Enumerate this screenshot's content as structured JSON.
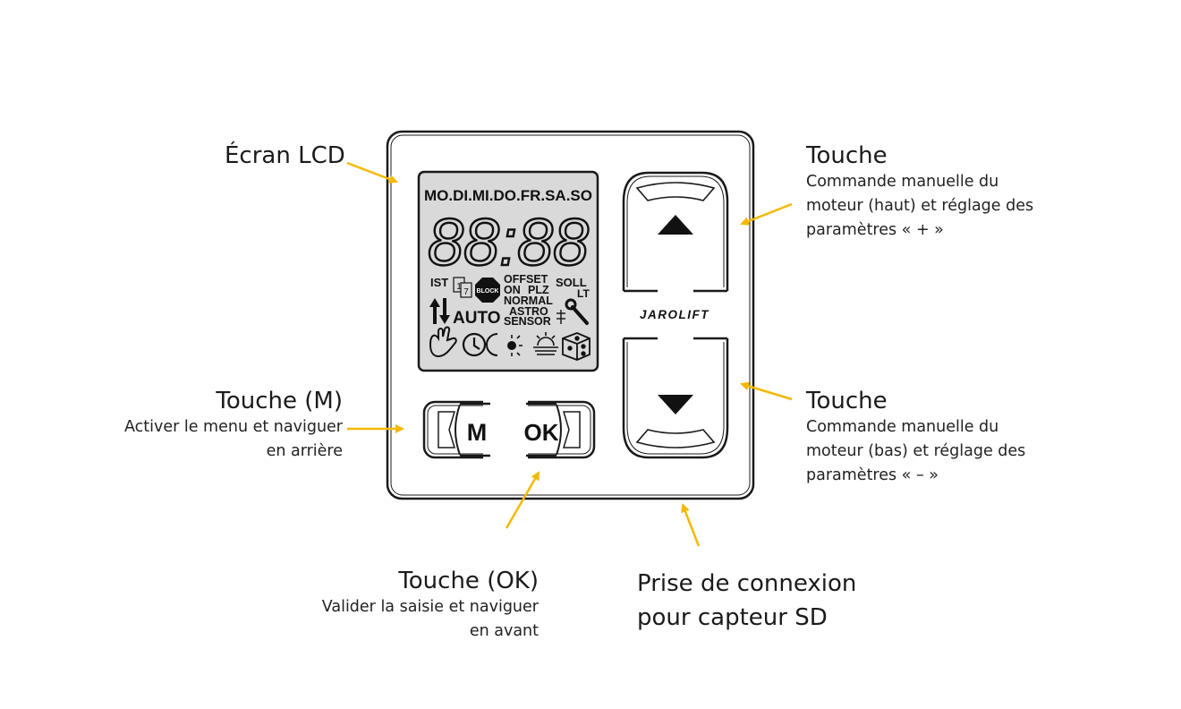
{
  "colors": {
    "accent": "#f5b800",
    "line": "#1a1a1a",
    "lcd": "#d9d9d9"
  },
  "device": {
    "lcd": {
      "days": "MO.DI.MI.DO.FR.SA.SO",
      "digits": "88:88",
      "ist": "IST",
      "cal1": "1",
      "cal7": "7",
      "block": "BLOCK",
      "offset": "OFFSET",
      "on": "ON",
      "plz": "PLZ",
      "soll": "SOLL",
      "lt": "LT",
      "normal": "NORMAL",
      "astro": "ASTRO",
      "sensor": "SENSOR",
      "auto": "AUTO",
      "status_icons": [
        "hand-icon",
        "clock-icon",
        "moon-sun-icon",
        "sunrise-icon",
        "dice-icon"
      ]
    },
    "buttons": {
      "menu": "M",
      "ok": "OK"
    },
    "brand": "JAROLIFT"
  },
  "callouts": {
    "lcd": {
      "title": "Écran LCD"
    },
    "menu": {
      "title": "Touche (M)",
      "desc": [
        "Activer le menu et naviguer",
        "en arrière"
      ]
    },
    "ok": {
      "title": "Touche (OK)",
      "desc": [
        "Valider la saisie et naviguer",
        "en avant"
      ]
    },
    "sensor": {
      "title": [
        "Prise de connexion",
        "pour capteur SD"
      ]
    },
    "up": {
      "title": "Touche",
      "desc": [
        "Commande manuelle du",
        "moteur (haut) et réglage des",
        "paramètres « + »"
      ]
    },
    "down": {
      "title": "Touche",
      "desc": [
        "Commande manuelle du",
        "moteur (bas) et réglage des",
        "paramètres « – »"
      ]
    }
  }
}
